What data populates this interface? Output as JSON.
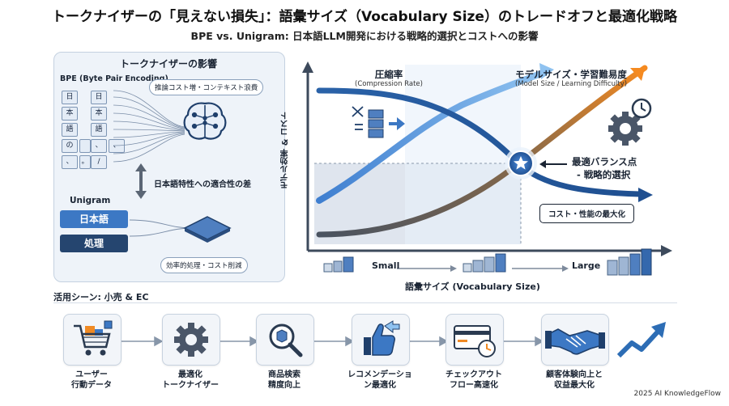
{
  "title": "トークナイザーの「見えない損失」：語彙サイズ（Vocabulary Size）のトレードオフと最適化戦略",
  "subtitle": "BPE vs. Unigram: 日本語LLM開発における戦略的選択とコストへの影響",
  "left_panel": {
    "title": "トークナイザーの影響",
    "bpe_label": "BPE (Byte Pair Encoding)",
    "bpe_tokens_left": [
      "日",
      "本",
      "語",
      "の",
      "、",
      "。"
    ],
    "bpe_tokens_right": [
      "日",
      "本",
      "語",
      "、",
      "、",
      "/"
    ],
    "bpe_effect": "推論コスト増・コンテキスト浪費",
    "fit_diff": "日本語特性への適合性の差",
    "unigram_label": "Unigram",
    "unigram_tokens": [
      "日本語",
      "処理"
    ],
    "unigram_effect": "効率的処理・コスト削減"
  },
  "chart": {
    "y_axis_label": "モデル効率 & コスト",
    "x_axis_label": "語彙サイズ (Vocabulary Size)",
    "x_small": "Small",
    "x_large": "Large",
    "compression_label": "圧縮率",
    "compression_sub": "(Compression Rate)",
    "model_size_label": "モデルサイズ・学習難易度",
    "model_size_sub": "(Model Size / Learning Difficulty)",
    "optimal_line1": "最適バランス点",
    "optimal_line2": "- 戦略的選択",
    "maximize_label": "コスト・性能の最大化"
  },
  "use_case": {
    "title": "活用シーン: 小売 & EC",
    "steps": [
      {
        "icon": "shopping-cart-icon",
        "line1": "ユーザー",
        "line2": "行動データ"
      },
      {
        "icon": "gear-icon",
        "line1": "最適化",
        "line2": "トークナイザー"
      },
      {
        "icon": "magnifier-box-icon",
        "line1": "商品検索",
        "line2": "精度向上"
      },
      {
        "icon": "thumbs-up-icon",
        "line1": "レコメンデーショ",
        "line2": "ン最適化"
      },
      {
        "icon": "credit-card-icon",
        "line1": "チェックアウト",
        "line2": "フロー高速化"
      },
      {
        "icon": "handshake-icon",
        "line1": "顧客体験向上と",
        "line2": "収益最大化"
      }
    ]
  },
  "footer": "2025 AI KnowledgeFlow",
  "colors": {
    "blue_dark": "#2d6db5",
    "blue_light": "#5aa0e0",
    "orange": "#f08a24",
    "navy": "#1f3f6b"
  }
}
